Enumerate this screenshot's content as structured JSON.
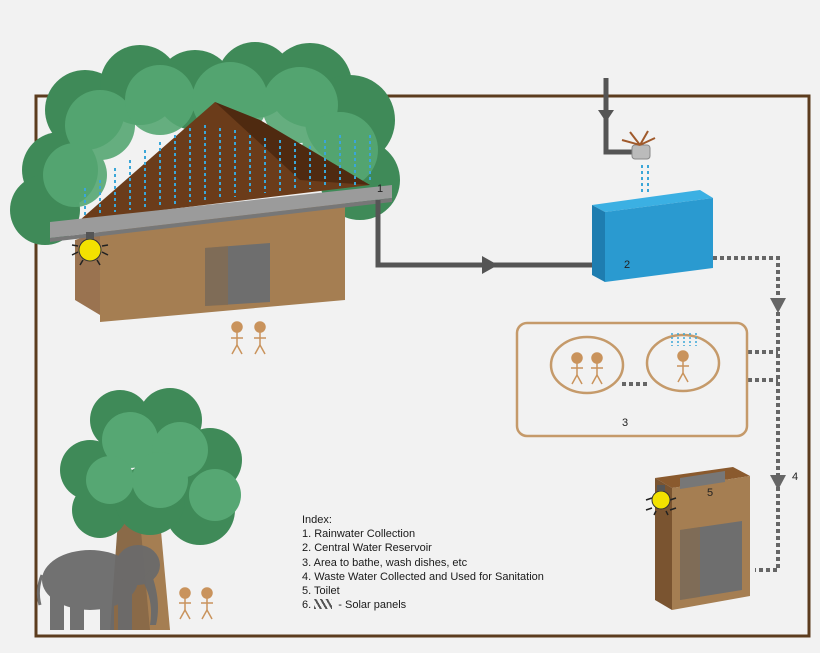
{
  "labels": {
    "rainwater": "1",
    "reservoir": "2",
    "bathing": "3",
    "waste": "4",
    "toilet": "5"
  },
  "index": {
    "title": "Index:",
    "items": [
      "1. Rainwater Collection",
      "2. Central Water Reservoir",
      "3. Area to bathe, wash dishes, etc",
      "4. Waste Water Collected and Used for Sanitation",
      "5. Toilet"
    ],
    "solar_prefix": "6.",
    "solar_suffix": " - Solar panels"
  },
  "colors": {
    "border": "#5c3c1e",
    "tree": "#4f9e6a",
    "wall": "#a57e52",
    "roof": "#6b3c1a",
    "reservoir": "#2a9ad0",
    "pipe": "#555555",
    "rain": "#3aa6d8",
    "bulb": "#f3e100"
  }
}
